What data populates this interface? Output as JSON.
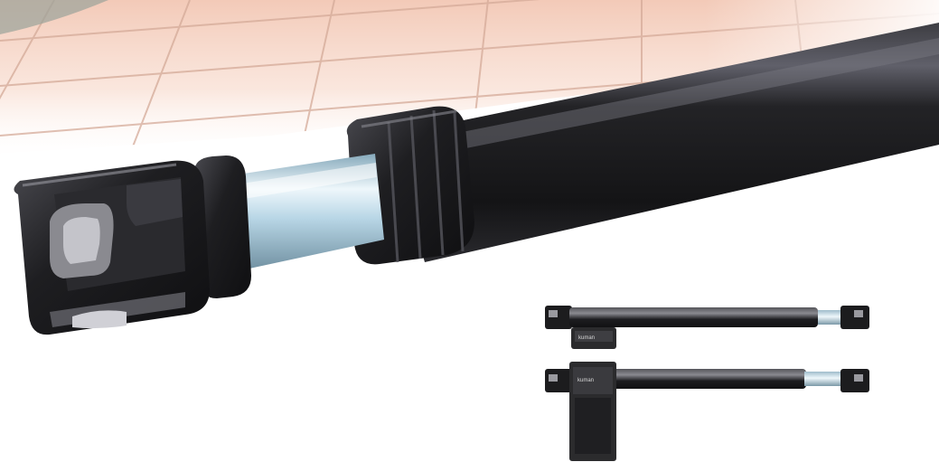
{
  "scene": {
    "subject": "gate-actuator-product-photo",
    "colors": {
      "background": "#ffffff",
      "tile_floor": "#f6d3c2",
      "tile_grout": "#d9b3a3",
      "tube_body": "#1b1b1d",
      "tube_highlight": "#5a5a60",
      "piston_rod": "#b8d6e6",
      "piston_highlight": "#eef7fb",
      "end_cap": "#202022",
      "motor_box": "#2b2b2d"
    },
    "products": [
      {
        "name": "actuator-top",
        "variant": "motor-below-horizontal"
      },
      {
        "name": "actuator-bottom",
        "variant": "motor-vertical"
      }
    ],
    "logo_text": "kuman"
  }
}
